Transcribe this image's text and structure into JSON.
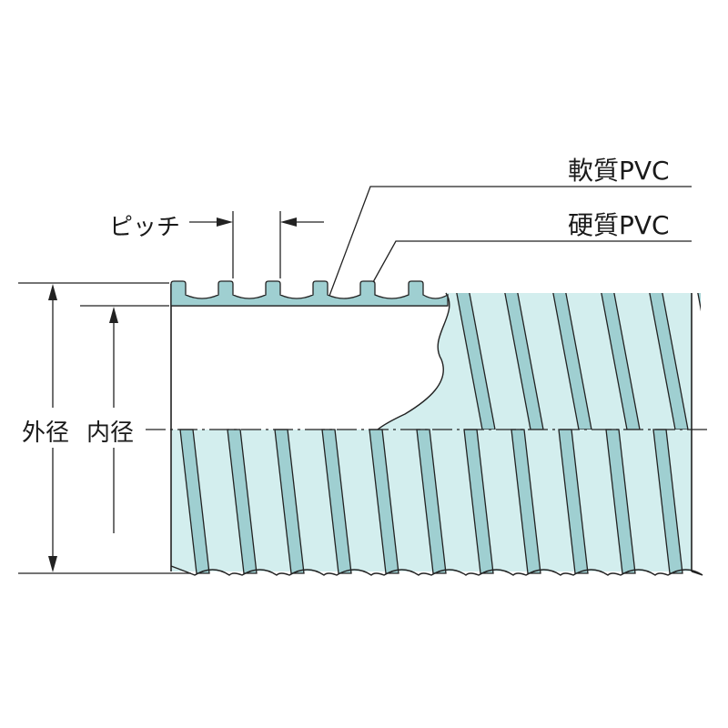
{
  "labels": {
    "soft_pvc": "軟質PVC",
    "hard_pvc": "硬質PVC",
    "pitch": "ピッチ",
    "outer_diameter": "外径",
    "inner_diameter": "内径"
  },
  "colors": {
    "hose_fill": "#d3eeee",
    "rib_fill": "#9fcfd1",
    "line": "#222222",
    "background": "#ffffff"
  }
}
